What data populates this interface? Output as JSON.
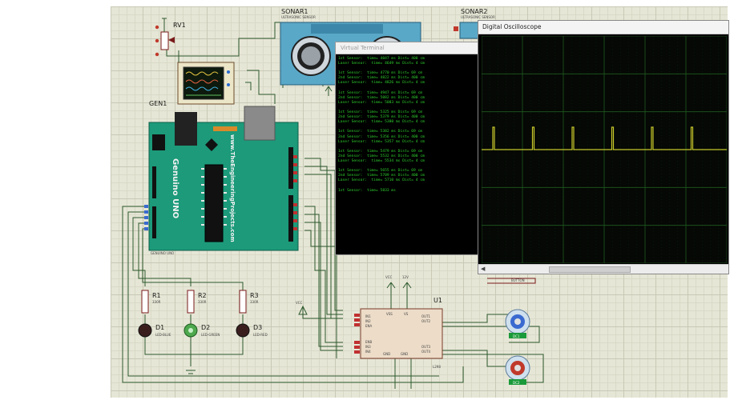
{
  "schematic": {
    "rv1": {
      "ref": "RV1"
    },
    "gen": {
      "ref": "GEN1"
    },
    "sonar1": {
      "ref": "SONAR1",
      "desc": "ULTRASONIC SENSOR"
    },
    "sonar2": {
      "ref": "SONAR2",
      "desc": "ULTRASONIC SENSOR"
    },
    "arduino": {
      "brand": "Genuino UNO",
      "site": "www.TheEngineeringProjects.com",
      "part": "GENUINO UNO"
    },
    "resistors": [
      {
        "ref": "R1",
        "value": "330R"
      },
      {
        "ref": "R2",
        "value": "330R"
      },
      {
        "ref": "R3",
        "value": "330R"
      }
    ],
    "leds": [
      {
        "ref": "D1",
        "part": "LED-BLUE",
        "color": "#3a2a2a"
      },
      {
        "ref": "D2",
        "part": "LED-GREEN",
        "color": "#4ea84e"
      },
      {
        "ref": "D3",
        "part": "LED-RED",
        "color": "#3a2a2a"
      }
    ],
    "driver": {
      "ref": "U1",
      "part": "L298",
      "pins_left": [
        "IN1",
        "IN2",
        "ENA",
        "ENB",
        "IN3",
        "IN4"
      ],
      "pins_top": [
        "VSS",
        "VS"
      ],
      "pins_right": [
        "OUT1",
        "OUT2",
        "OUT3",
        "OUT4"
      ],
      "pins_bottom": [
        "GND",
        "GND"
      ]
    },
    "power": {
      "vcc": "VCC",
      "v12": "12V"
    },
    "motors": [
      {
        "ref": "DC1"
      },
      {
        "ref": "DC2"
      }
    ],
    "button": {
      "ref": "BUTTON"
    }
  },
  "virtual_terminal": {
    "title": "Virtual Terminal",
    "lines": [
      "1st Sensor:  time= 4047 ms Dist= 400 cm",
      "Laser Sensor:  time= 4649 ms Dist= 4 cm",
      "",
      "1st Sensor:  time= 4770 ms Dist= 69 cm",
      "2nd Sensor:  time= 4822 ms Dist= 400 cm",
      "Laser Sensor:  time= 4826 ms Dist= 4 cm",
      "",
      "1st Sensor:  time= 4947 ms Dist= 69 cm",
      "2nd Sensor:  time= 5082 ms Dist= 400 cm",
      "Laser Sensor:  time= 5083 ms Dist= 4 cm",
      "",
      "1st Sensor:  time= 5325 ms Dist= 69 cm",
      "2nd Sensor:  time= 5379 ms Dist= 400 cm",
      "Laser Sensor:  time= 5380 ms Dist= 4 cm",
      "",
      "1st Sensor:  time= 5382 ms Dist= 69 cm",
      "2nd Sensor:  time= 5356 ms Dist= 400 cm",
      "Laser Sensor:  time= 5357 ms Dist= 4 cm",
      "",
      "1st Sensor:  time= 5479 ms Dist= 69 cm",
      "2nd Sensor:  time= 5532 ms Dist= 400 cm",
      "Laser Sensor:  time= 5534 ms Dist= 4 cm",
      "",
      "1st Sensor:  time= 5655 ms Dist= 69 cm",
      "2nd Sensor:  time= 5709 ms Dist= 400 cm",
      "Laser Sensor:  time= 5710 ms Dist= 4 cm",
      "",
      "1st Sensor:  time= 5833 ms"
    ]
  },
  "oscilloscope": {
    "title": "Digital Oscilloscope",
    "trace_color": "#c8c82a",
    "grid_color": "#1f5a1f",
    "pulse_count": 6
  }
}
